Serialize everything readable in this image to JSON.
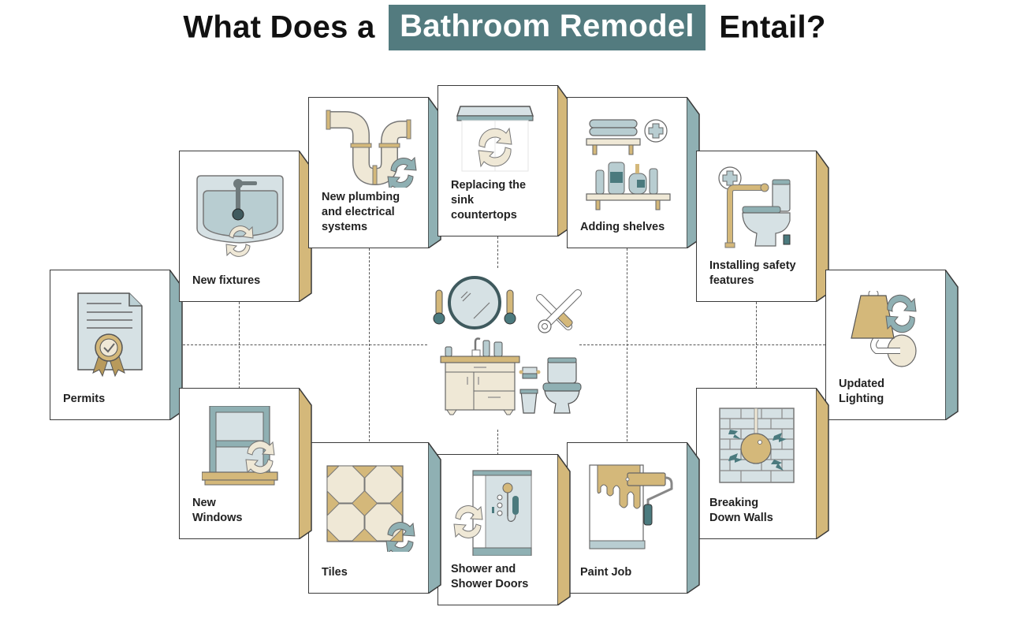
{
  "title": {
    "prefix": "What Does a",
    "highlight": "Bathroom Remodel",
    "suffix": "Entail?",
    "highlight_color": "#537b7f"
  },
  "colors": {
    "teal": "#8fb0b3",
    "teal_dark": "#4b7a7e",
    "gold": "#d4b87a",
    "cream": "#efe8d6",
    "light_blue": "#d6e1e4",
    "outline": "#3a3a3a"
  },
  "cards": [
    {
      "id": "permits",
      "label": "Permits",
      "icon": "certificate-icon",
      "side": "teal"
    },
    {
      "id": "new-fixtures",
      "label": "New fixtures",
      "icon": "sink-icon",
      "side": "gold"
    },
    {
      "id": "plumbing",
      "label": "New plumbing and electrical systems",
      "label_lines": [
        "New plumbing",
        "and electrical",
        "systems"
      ],
      "icon": "pipes-icon",
      "side": "teal"
    },
    {
      "id": "countertops",
      "label": "Replacing the sink countertops",
      "label_lines": [
        "Replacing",
        "the sink",
        "countertops"
      ],
      "icon": "countertop-icon",
      "side": "gold"
    },
    {
      "id": "shelves",
      "label": "Adding shelves",
      "icon": "shelves-icon",
      "side": "teal"
    },
    {
      "id": "safety",
      "label": "Installing safety features",
      "label_lines": [
        "Installing",
        "safety features"
      ],
      "icon": "grab-bar-toilet-icon",
      "side": "gold"
    },
    {
      "id": "lighting",
      "label": "Updated Lighting",
      "label_lines": [
        "Updated",
        "Lighting"
      ],
      "icon": "wall-lamp-icon",
      "side": "teal"
    },
    {
      "id": "walls",
      "label": "Breaking Down Walls",
      "label_lines": [
        "Breaking",
        "Down Walls"
      ],
      "icon": "wrecking-ball-icon",
      "side": "gold"
    },
    {
      "id": "paint",
      "label": "Paint Job",
      "icon": "paint-roller-icon",
      "side": "teal"
    },
    {
      "id": "shower",
      "label": "Shower and Shower Doors",
      "label_lines": [
        "Shower and",
        "Shower Doors"
      ],
      "icon": "shower-icon",
      "side": "gold"
    },
    {
      "id": "tiles",
      "label": "Tiles",
      "icon": "tiles-icon",
      "side": "teal"
    },
    {
      "id": "windows",
      "label": "New Windows",
      "label_lines": [
        "New",
        "Windows"
      ],
      "icon": "window-icon",
      "side": "gold"
    }
  ],
  "center": {
    "icon": "bathroom-vanity-icon",
    "secondary_icon": "tools-icon"
  }
}
